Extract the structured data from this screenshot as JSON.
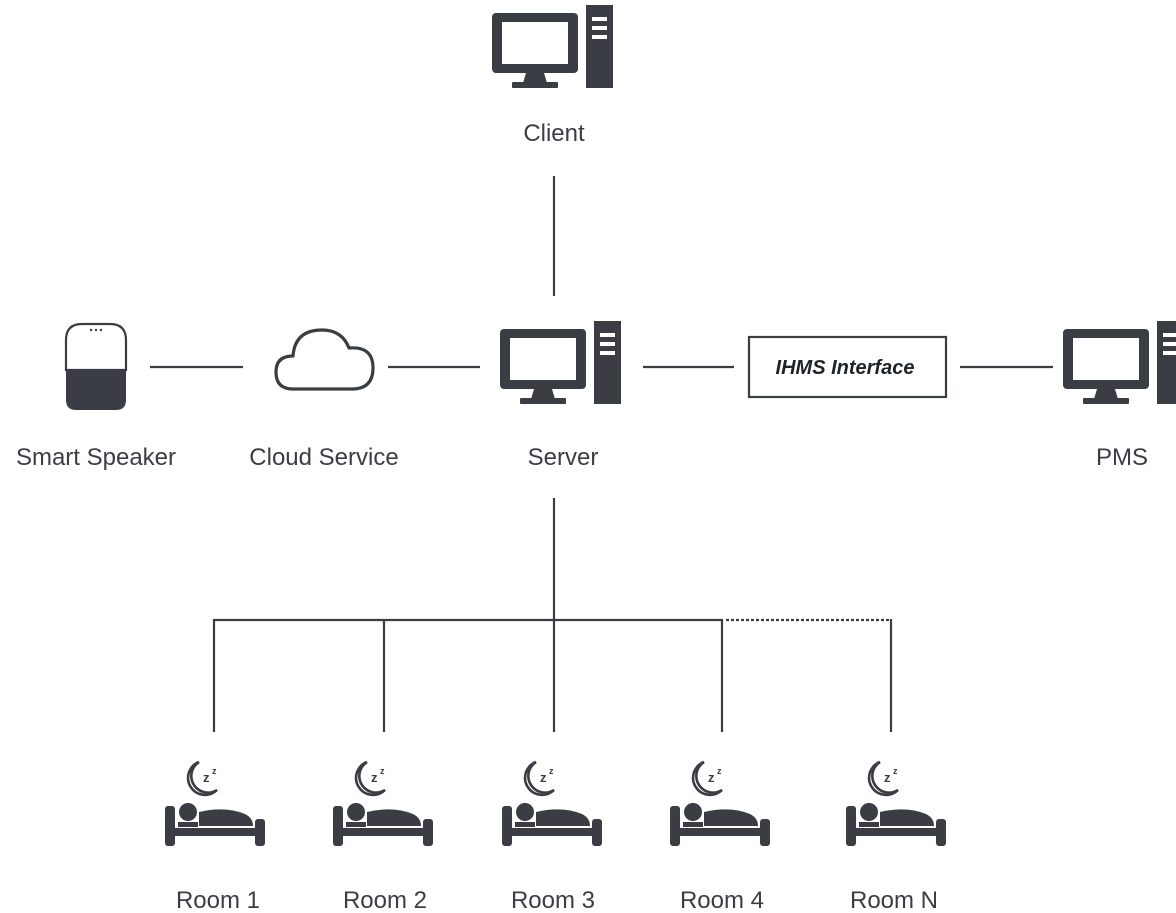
{
  "nodes": {
    "client": {
      "label": "Client",
      "icon": "desktop-computer-icon"
    },
    "server": {
      "label": "Server",
      "icon": "desktop-computer-icon"
    },
    "pms": {
      "label": "PMS",
      "icon": "desktop-computer-icon"
    },
    "smart_speaker": {
      "label": "Smart Speaker",
      "icon": "smart-speaker-icon"
    },
    "cloud_service": {
      "label": "Cloud Service",
      "icon": "cloud-icon"
    },
    "interface": {
      "label": "IHMS Interface"
    }
  },
  "rooms": [
    {
      "label": "Room 1",
      "icon": "sleeping-bed-icon"
    },
    {
      "label": "Room 2",
      "icon": "sleeping-bed-icon"
    },
    {
      "label": "Room 3",
      "icon": "sleeping-bed-icon"
    },
    {
      "label": "Room 4",
      "icon": "sleeping-bed-icon"
    },
    {
      "label": "Room N",
      "icon": "sleeping-bed-icon"
    }
  ],
  "colors": {
    "icon": "#3a3e44",
    "text": "#3a3e44",
    "background": "#ffffff"
  }
}
